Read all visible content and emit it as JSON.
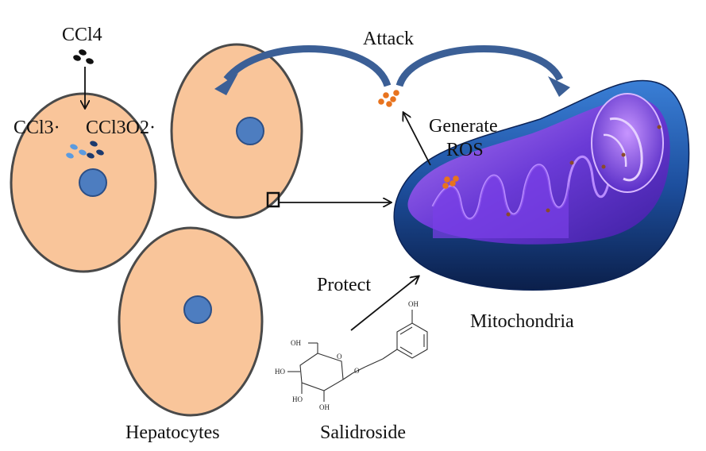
{
  "labels": {
    "ccl4": "CCl4",
    "ccl3": "CCl3·",
    "ccl3o2": "CCl3O2·",
    "attack": "Attack",
    "generate": "Generate",
    "ros": "ROS",
    "protect": "Protect",
    "mitochondria": "Mitochondria",
    "hepatocytes": "Hepatocytes",
    "salidroside": "Salidroside"
  },
  "chem_labels": {
    "oh_top": "OH",
    "oh_1": "OH",
    "oh_2": "HO",
    "oh_3": "HO",
    "oh_4": "OH",
    "o_ring": "O",
    "o_link": "O"
  },
  "colors": {
    "cell_fill": "#f9c59a",
    "cell_stroke": "#4a4a4a",
    "nucleus_fill": "#4d7dc0",
    "nucleus_stroke": "#2c4f86",
    "ros_dot": "#e8731e",
    "attack_arrow": "#3b5f96",
    "mito_outer": "#1f4e9a",
    "mito_inner": "#6b3fd6",
    "mito_cristae": "#9b59f0"
  },
  "icons": [
    "arrow-icon",
    "curved-arrow-icon",
    "mitochondrion-icon",
    "salidroside-structure-icon"
  ]
}
